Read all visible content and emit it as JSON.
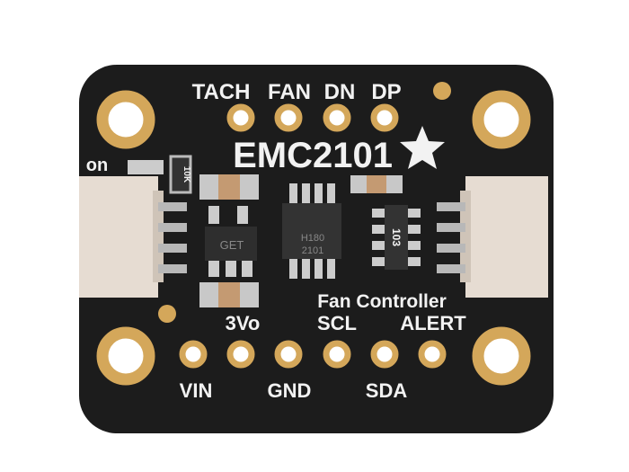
{
  "board": {
    "title": "EMC2101",
    "subtitle": "Fan Controller",
    "led_label": "on",
    "top_pins": [
      "TACH",
      "FAN",
      "DN",
      "DP"
    ],
    "bottom_pins_upper": [
      "3Vo",
      "SCL",
      "ALERT"
    ],
    "bottom_pins_lower": [
      "VIN",
      "GND",
      "SDA"
    ],
    "chip_main": [
      "2101",
      "H180"
    ],
    "chip_regulator": "GET",
    "resistor_array": "103",
    "resistor": "10K",
    "colors": {
      "pcb": "#1c1c1c",
      "gold": "#d4a75a",
      "silk": "#f2f2f2",
      "connector": "#e6dcd2"
    }
  }
}
